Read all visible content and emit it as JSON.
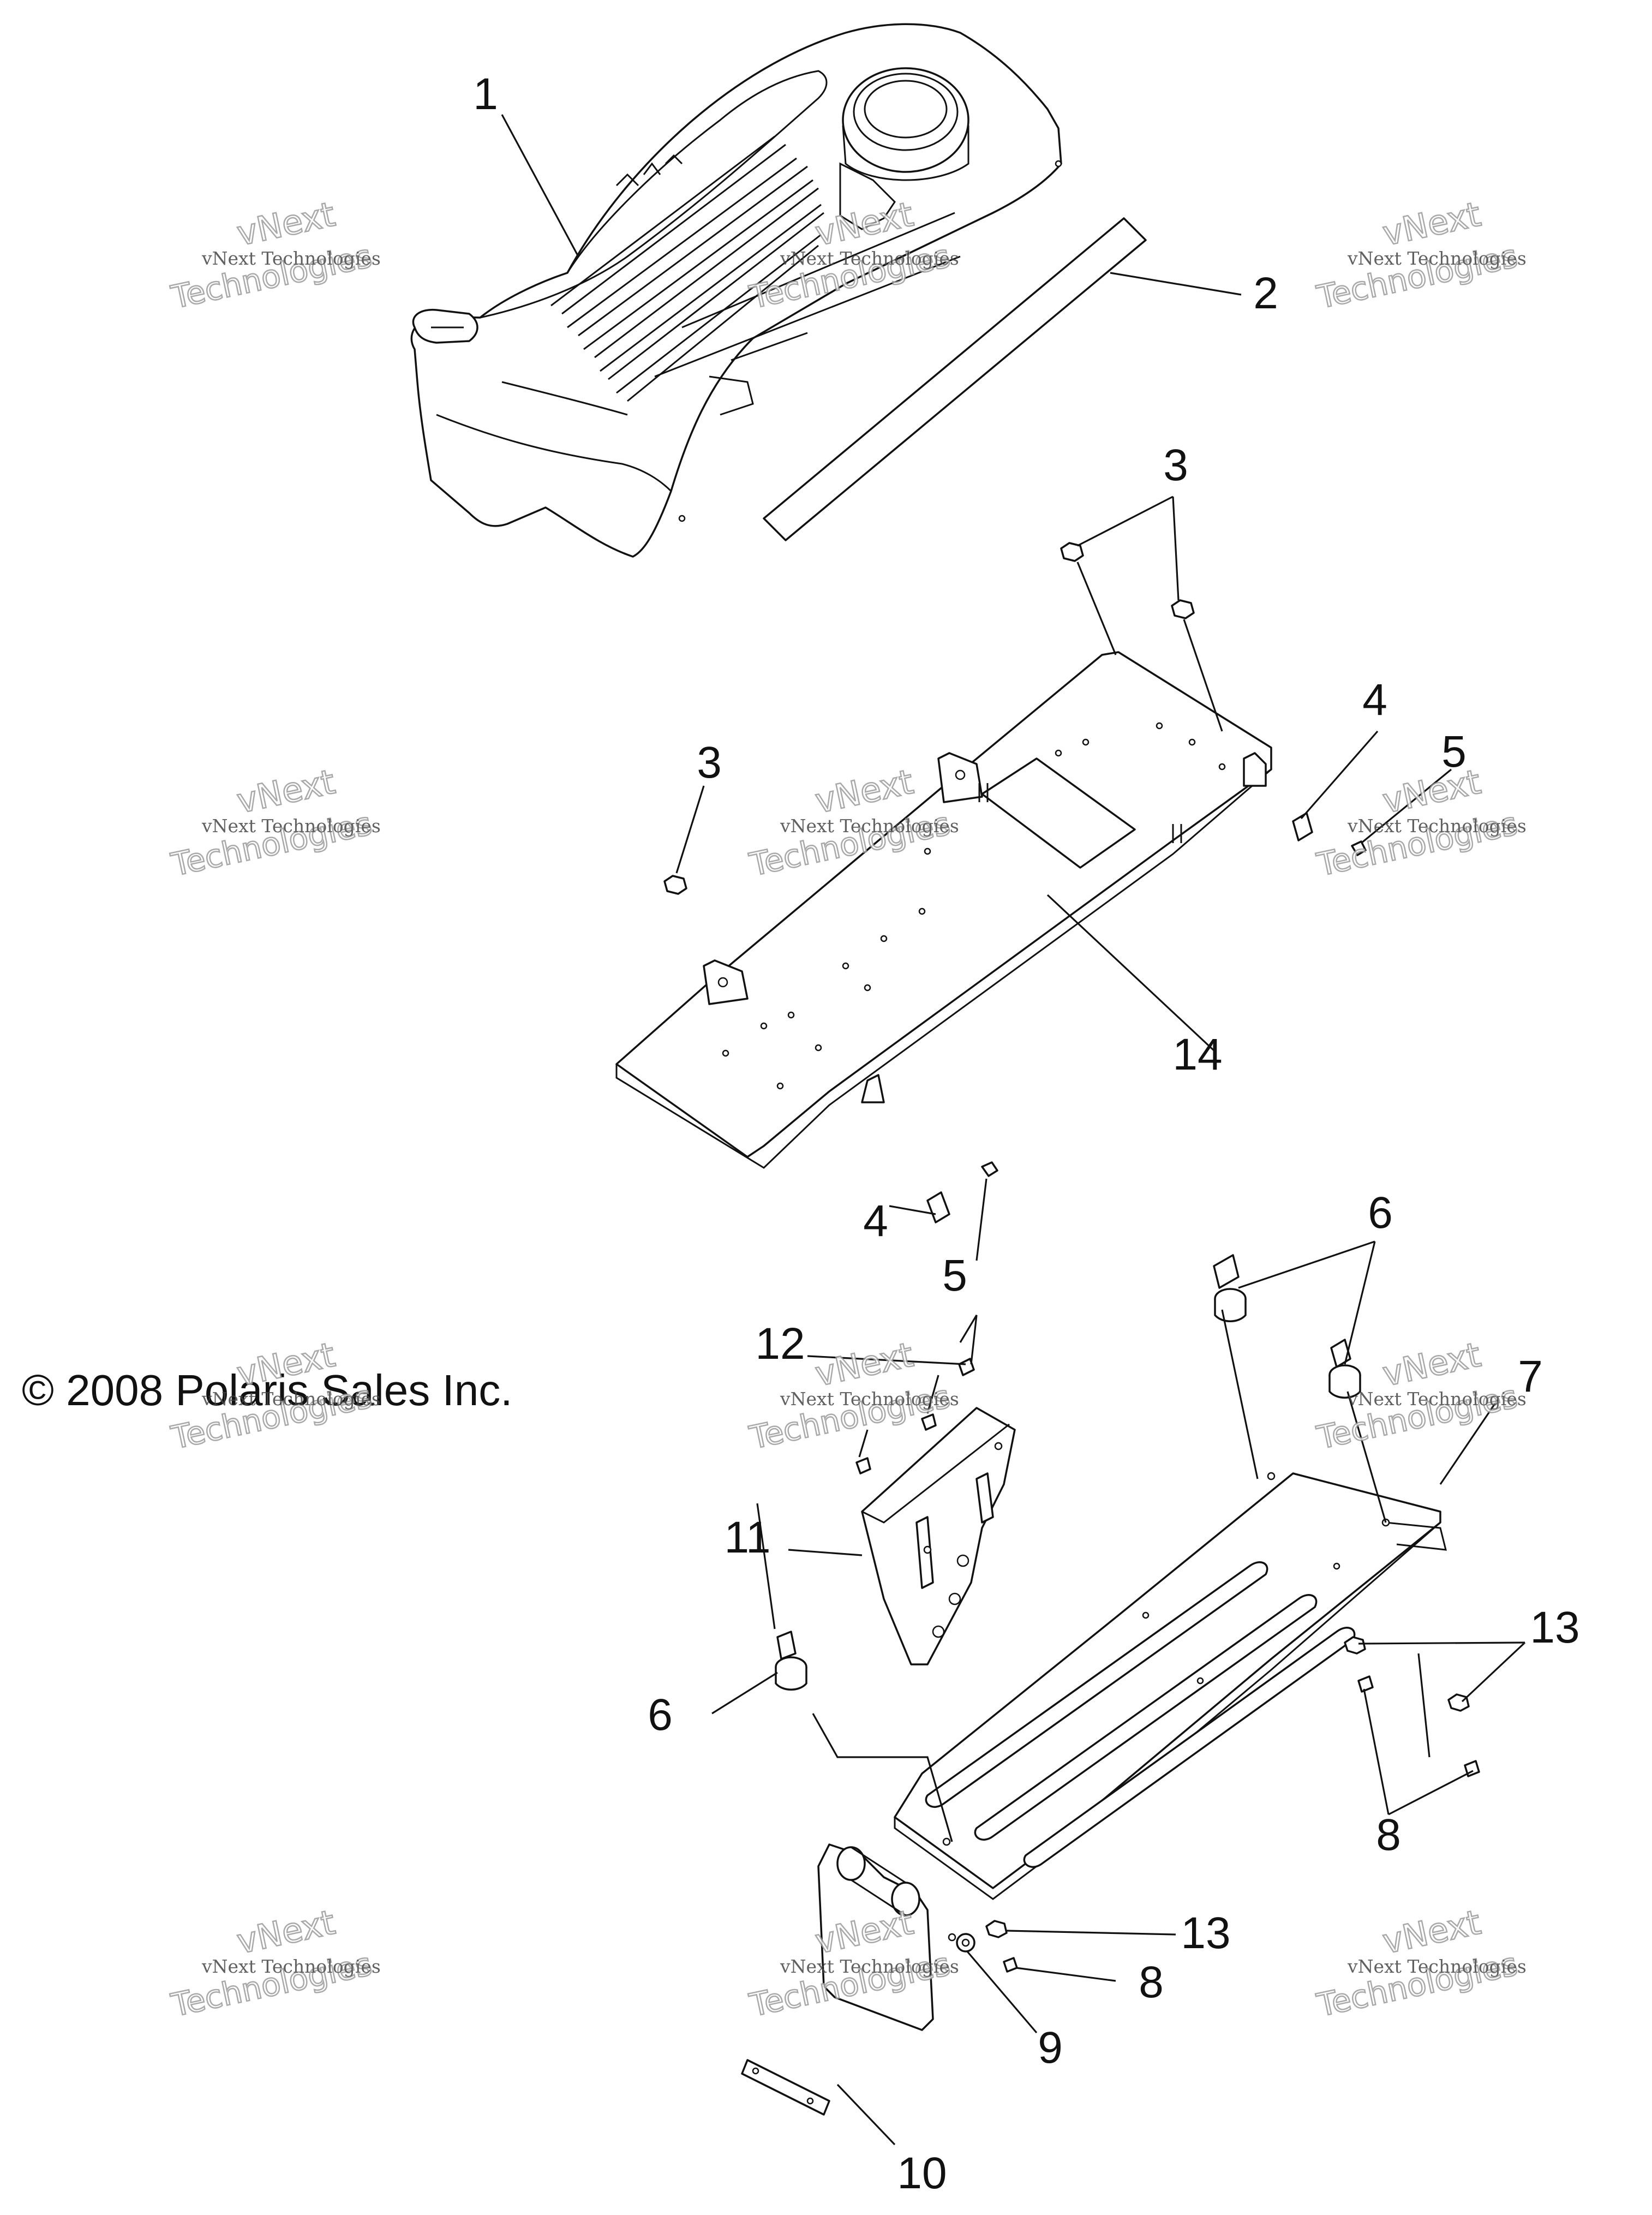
{
  "diagram": {
    "copyright": "© 2008 Polaris Sales Inc.",
    "watermark": {
      "line1": "vNext Technologies",
      "line2": "vNext",
      "line3": "Technologies"
    },
    "callouts": {
      "c1": "1",
      "c2": "2",
      "c3a": "3",
      "c3b": "3",
      "c4a": "4",
      "c4b": "4",
      "c5a": "5",
      "c5b": "5",
      "c6a": "6",
      "c6b": "6",
      "c7": "7",
      "c8a": "8",
      "c8b": "8",
      "c9": "9",
      "c10": "10",
      "c11": "11",
      "c12": "12",
      "c13a": "13",
      "c13b": "13",
      "c14": "14"
    }
  }
}
